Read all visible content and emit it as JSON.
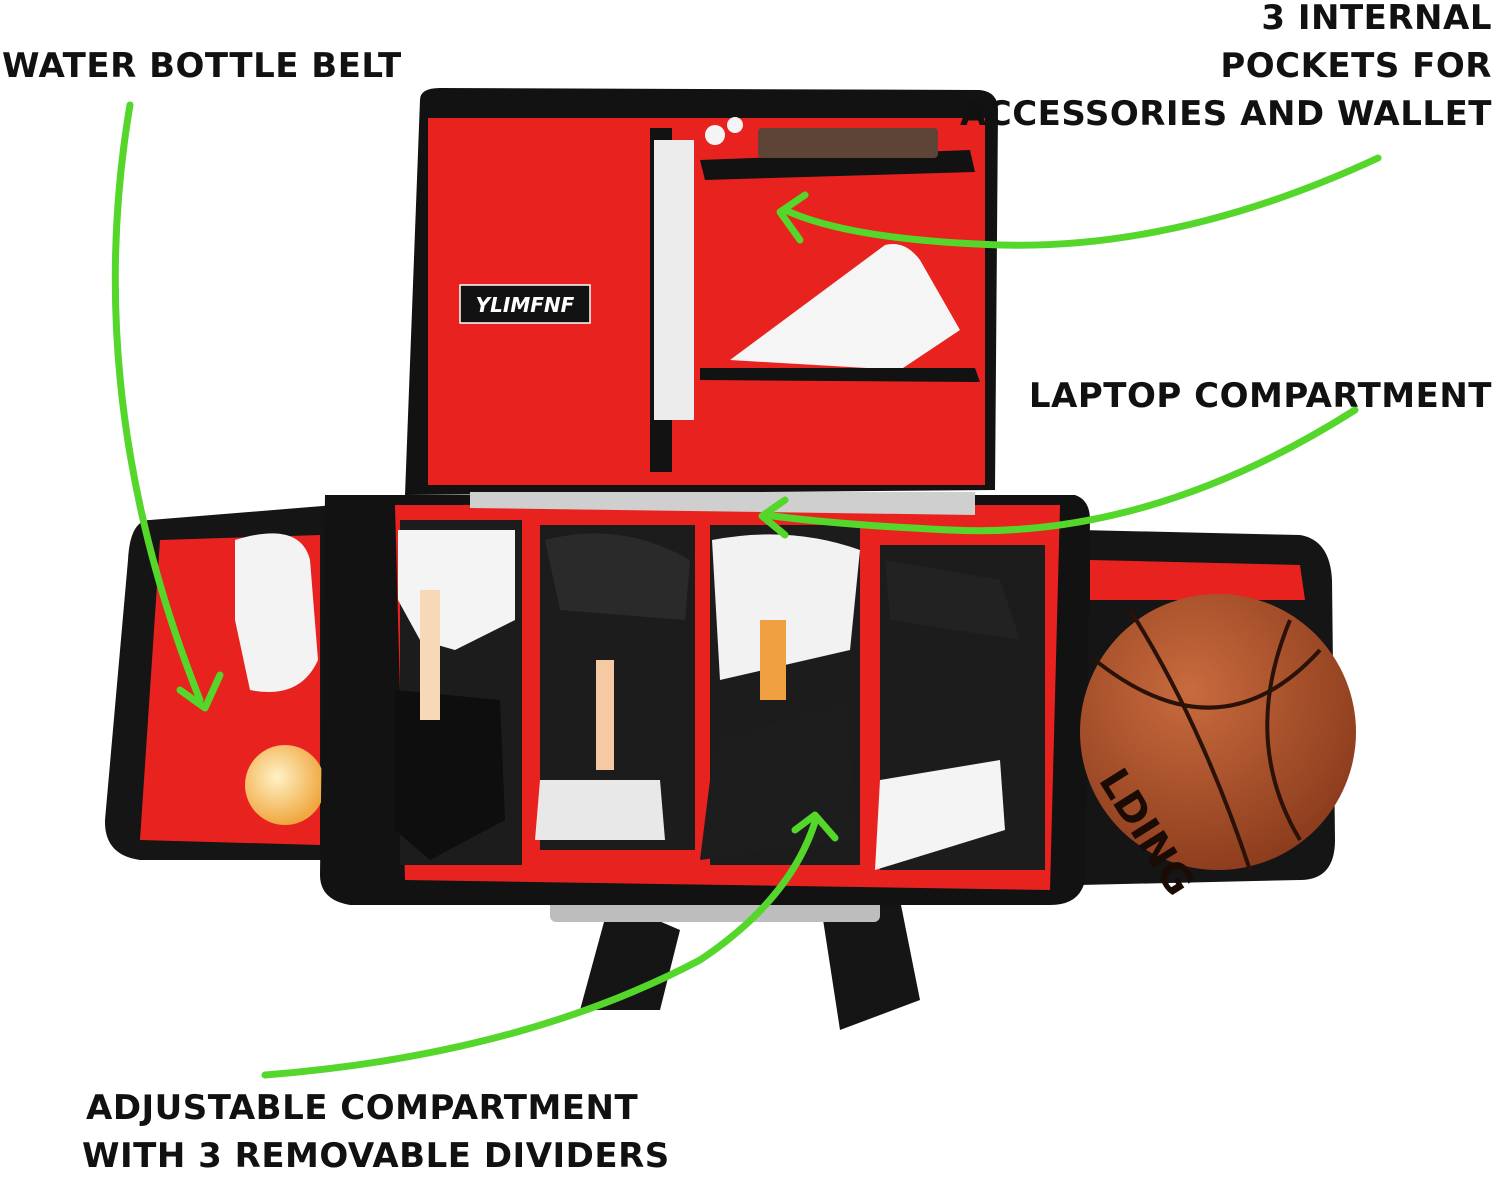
{
  "brand": {
    "logo_text": "YLIMFNF"
  },
  "ball": {
    "print": "LDING"
  },
  "colors": {
    "arrow": "#55d62b",
    "lining": "#e8231f",
    "bag": "#121212",
    "ball": "#b4582f"
  },
  "callouts": {
    "water_bottle": {
      "line1": "WATER BOTTLE BELT"
    },
    "pockets": {
      "line1": "3 INTERNAL",
      "line2": "POCKETS FOR",
      "line3": "ACCESSORIES AND WALLET"
    },
    "laptop": {
      "line1": "LAPTOP COMPARTMENT"
    },
    "adjustable": {
      "line1": "ADJUSTABLE COMPARTMENT",
      "line2": "WITH 3 REMOVABLE DIVIDERS"
    }
  }
}
